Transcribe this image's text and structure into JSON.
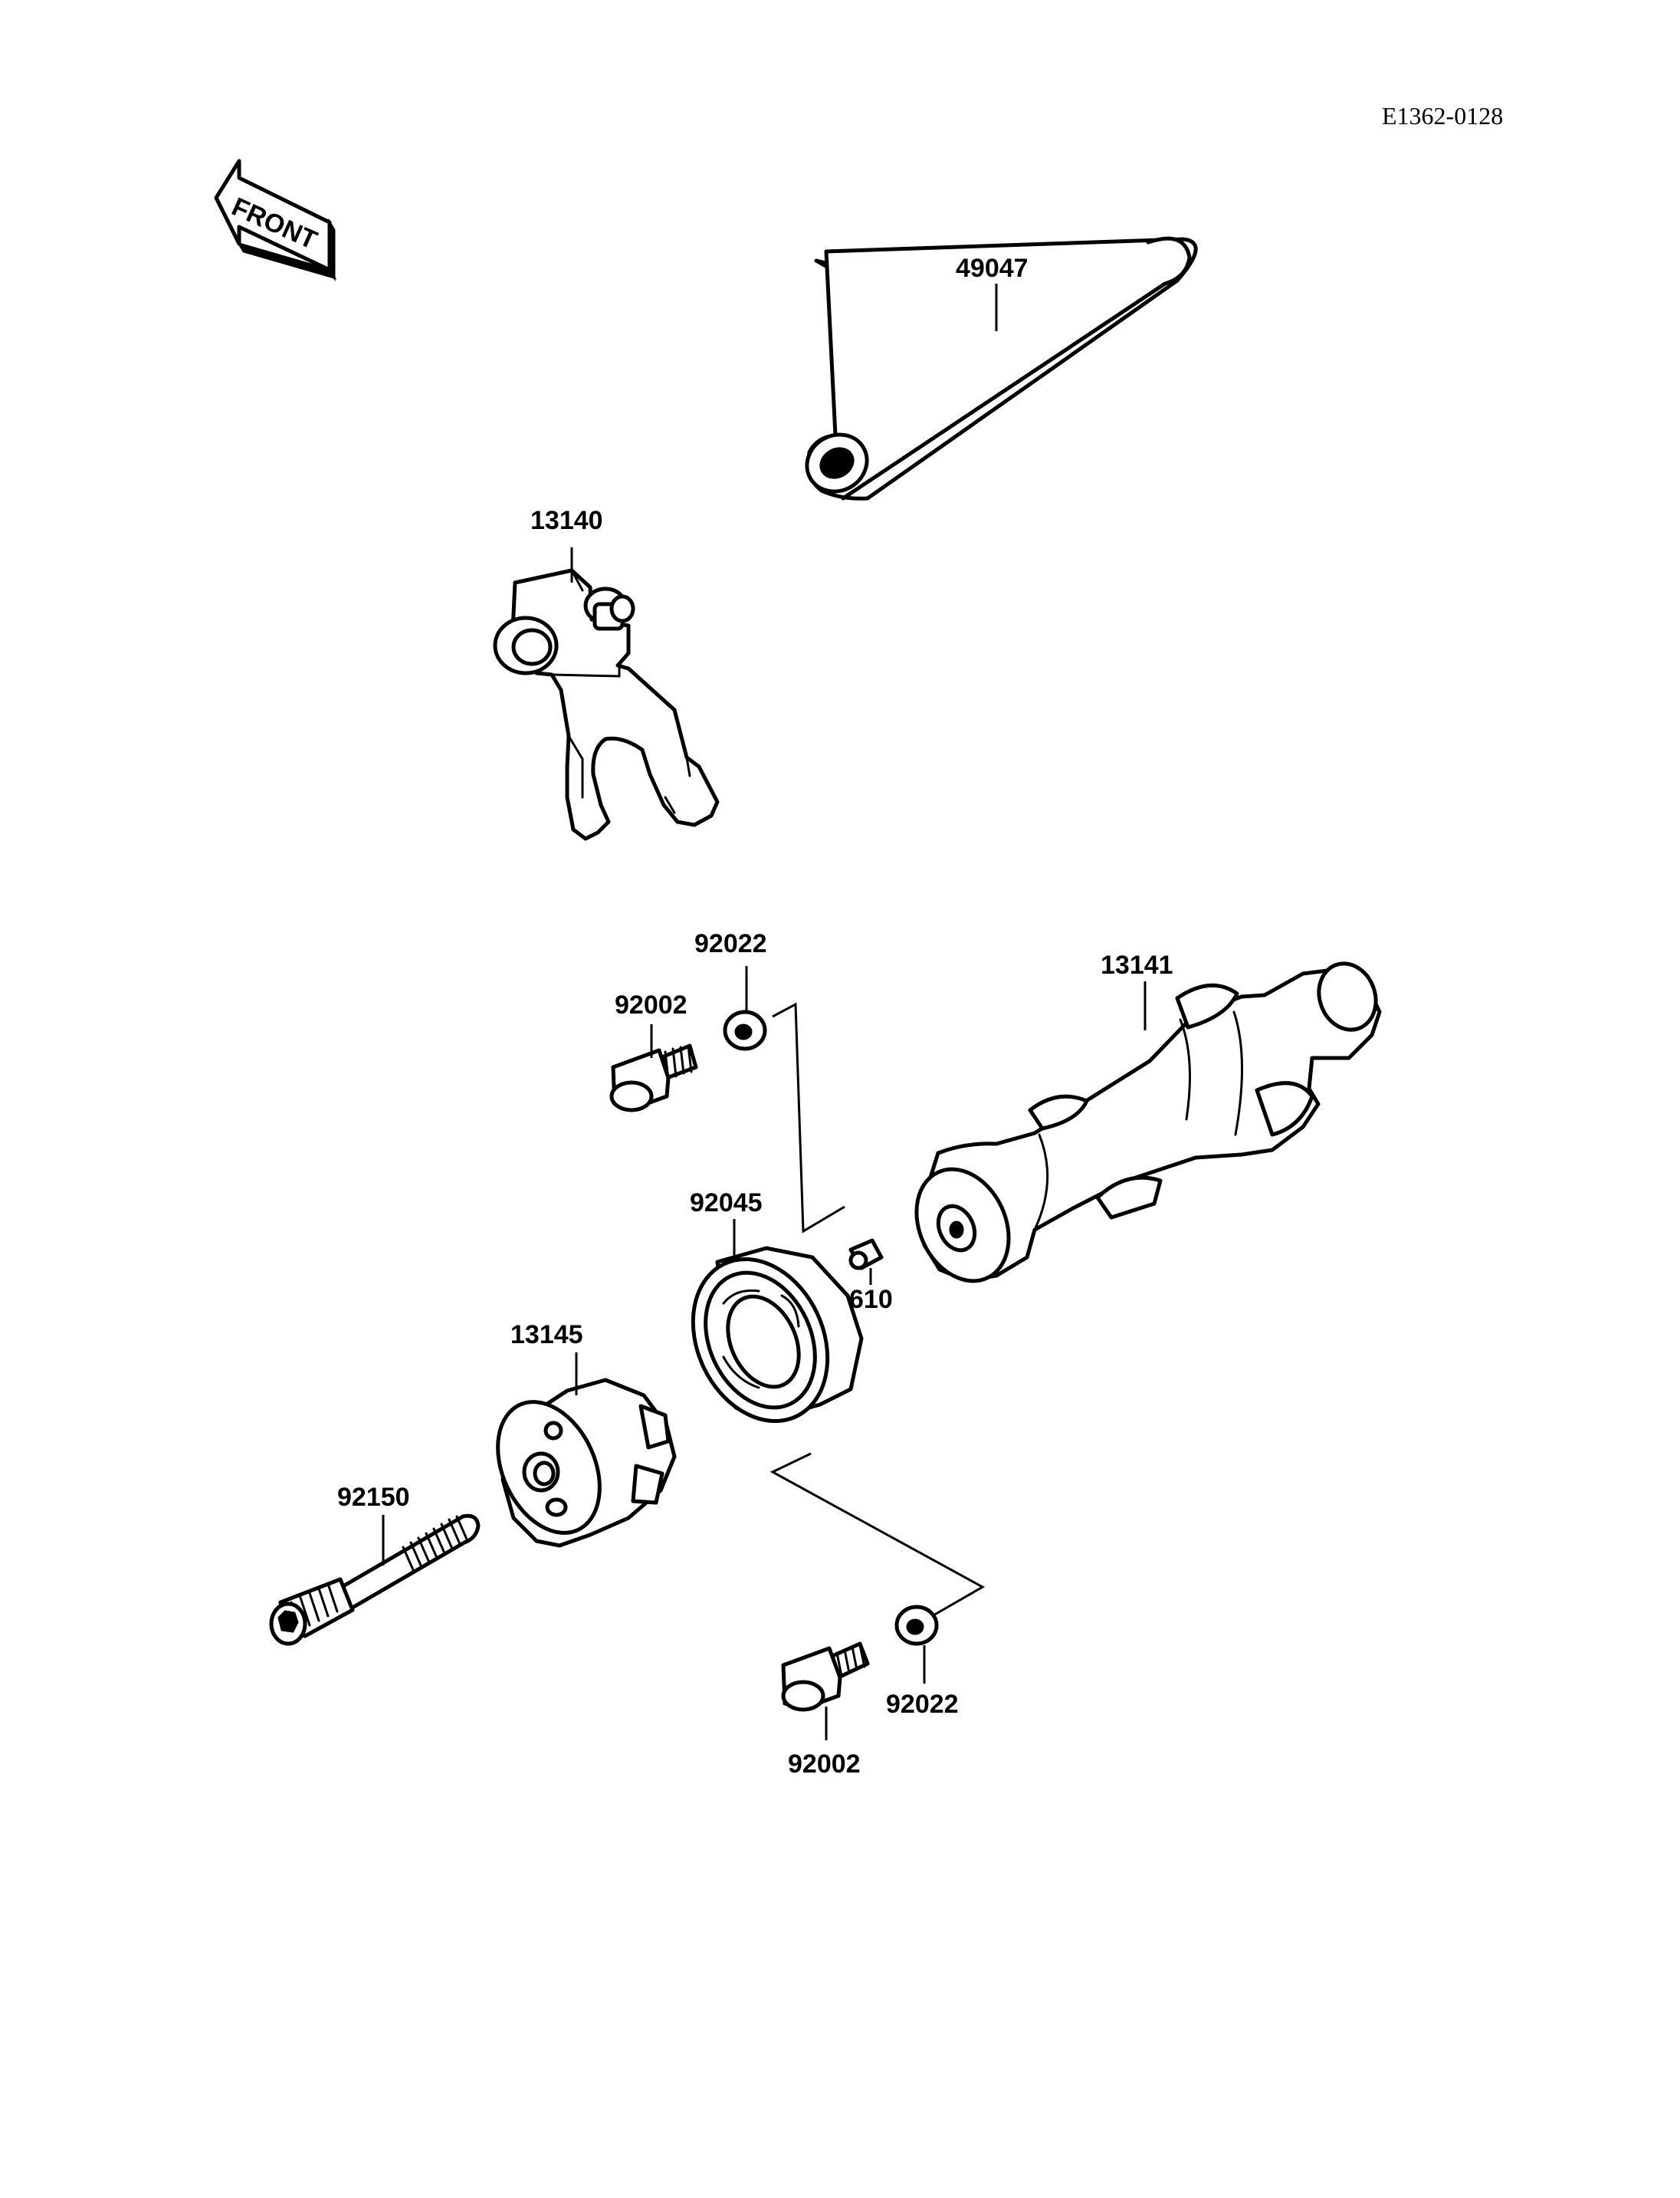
{
  "diagram_code": "E1362-0128",
  "front_marker": "FRONT",
  "parts": {
    "shift_rod": "49047",
    "shift_fork": "13140",
    "washer_top": "92022",
    "bolt_top": "92002",
    "shift_drum": "13141",
    "bearing": "92045",
    "pin": "610",
    "drum_holder": "13145",
    "socket_bolt": "92150",
    "washer_bottom": "92022",
    "bolt_bottom": "92002"
  }
}
